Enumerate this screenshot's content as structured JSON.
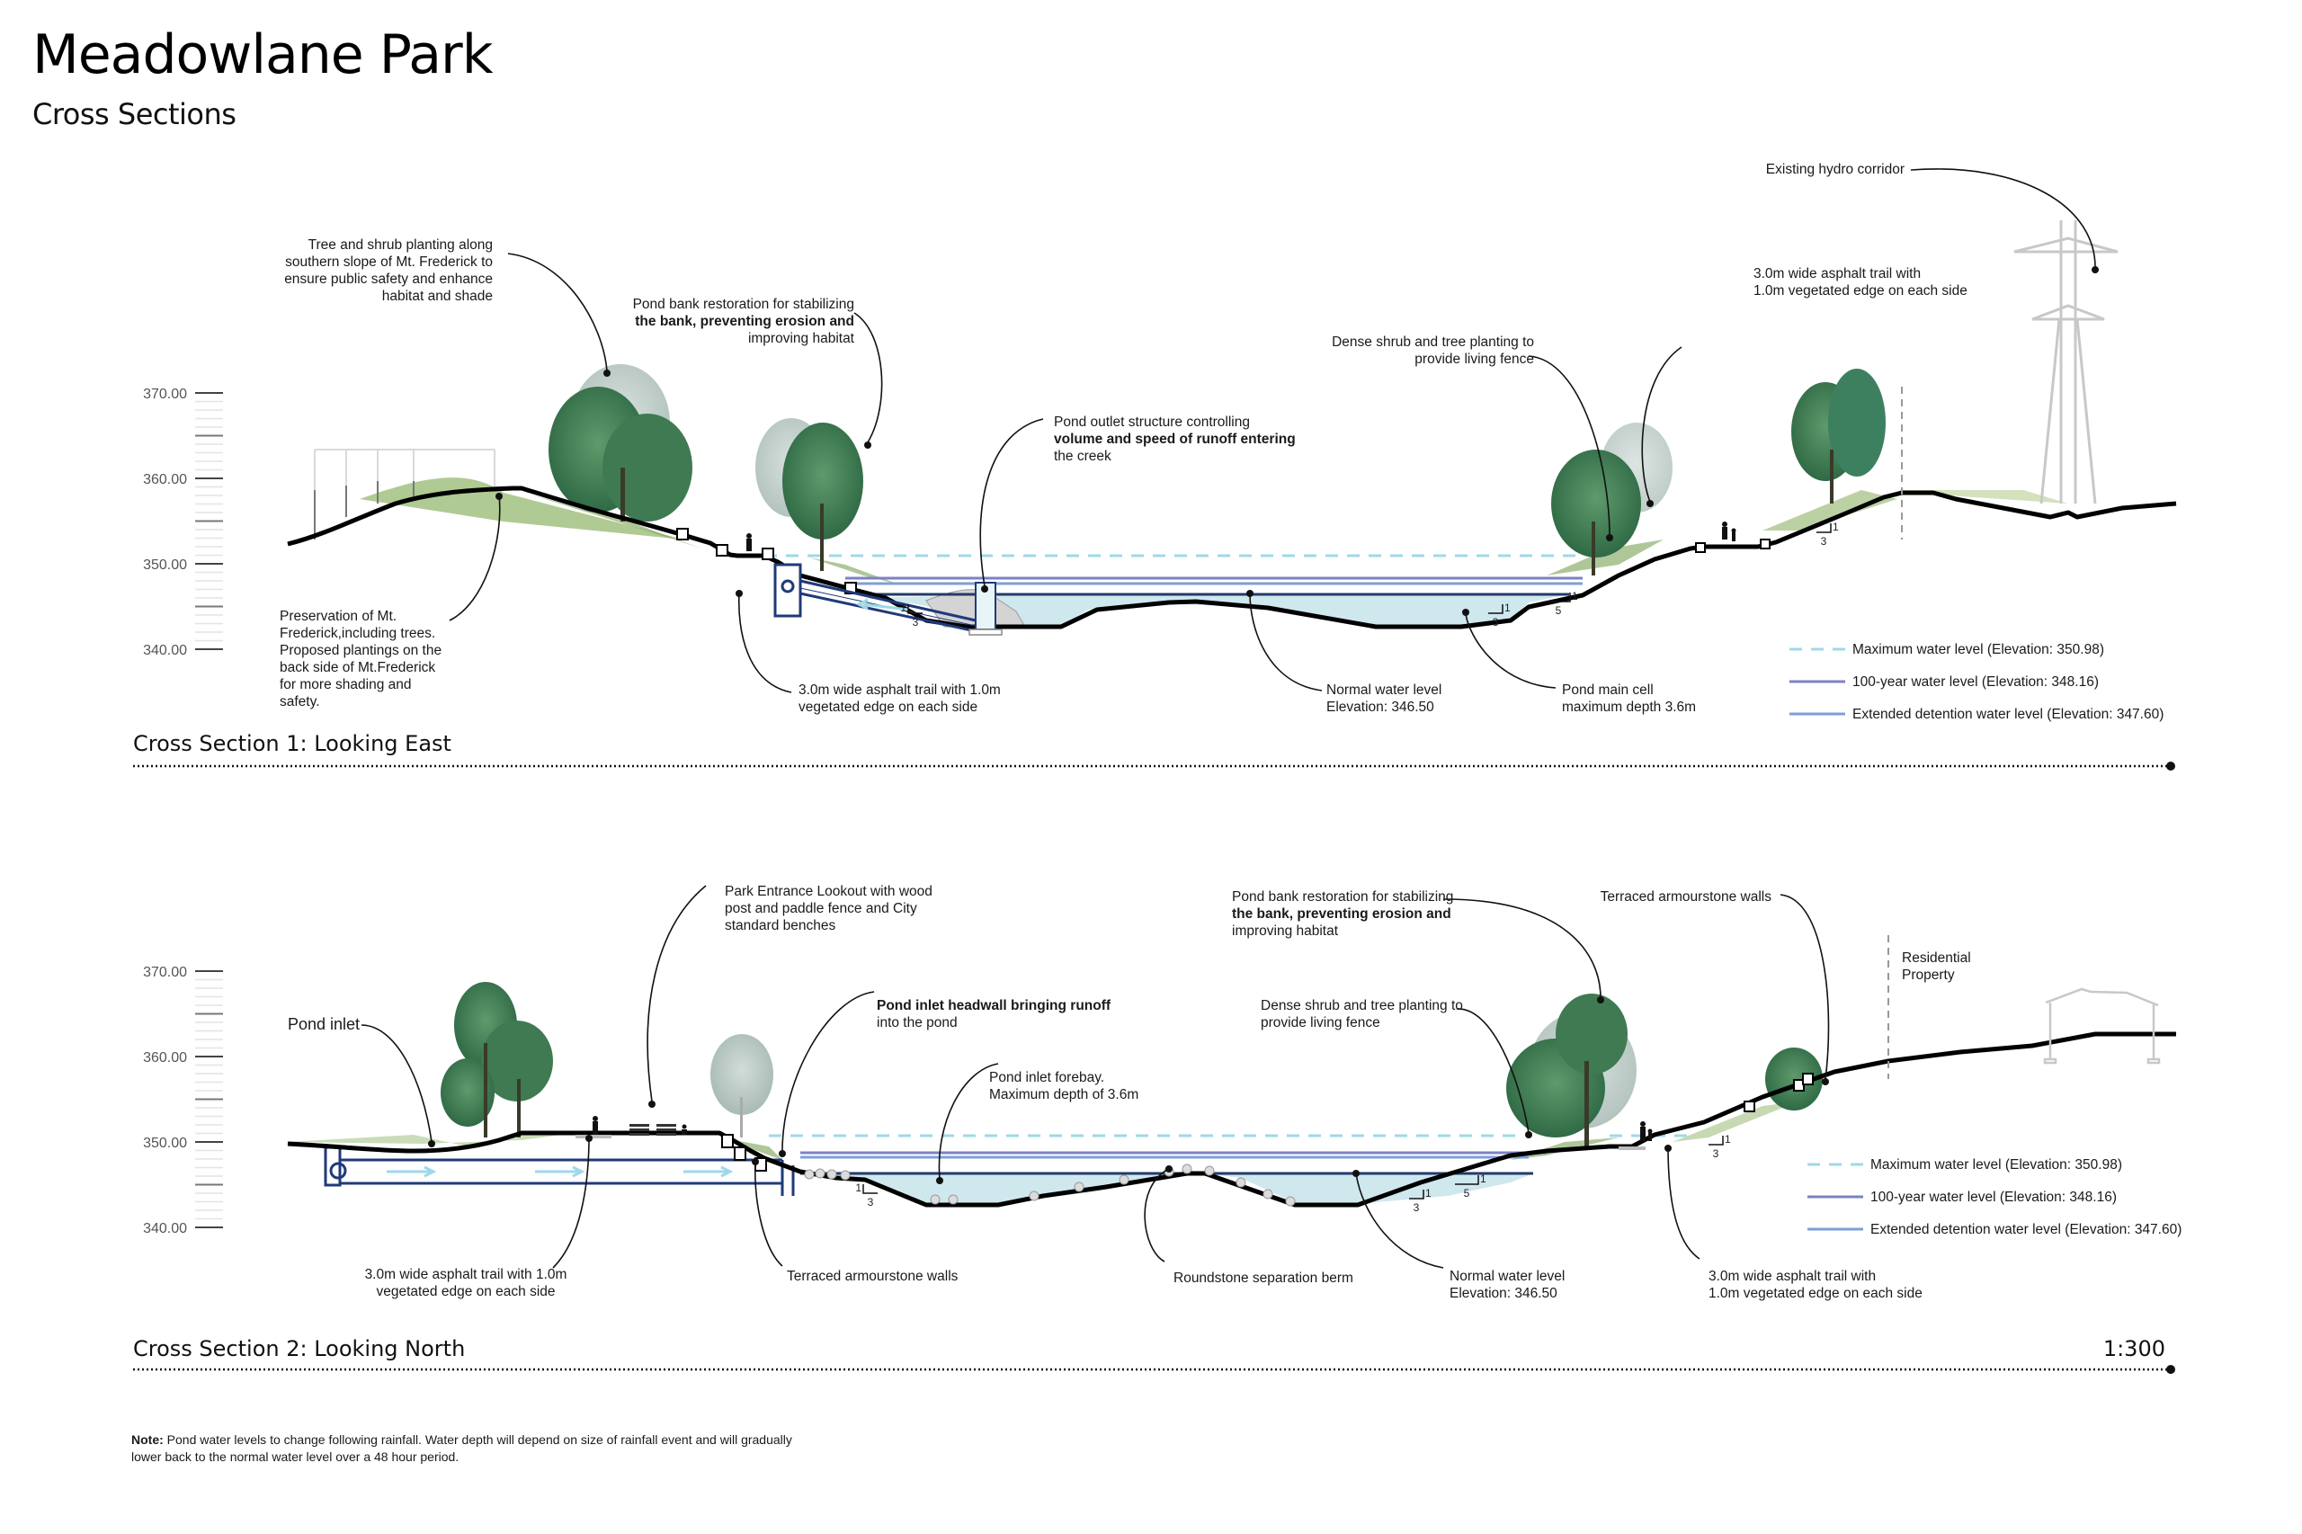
{
  "header": {
    "title": "Meadowlane Park",
    "subtitle": "Cross Sections"
  },
  "colors": {
    "ground": "#000000",
    "vegetation": "#6f9a4a",
    "tree_dark": "#3f7a52",
    "tree_light": "#a9bdb6",
    "water_fill": "#cfe8ee",
    "max_water": "#9fd8e8",
    "hundred_year": "#7c82c2",
    "extended_detention": "#7d9fd6",
    "normal_water": "#233a6b",
    "pipe": "#1f3a7a",
    "structure_gray": "#c8c8c8"
  },
  "sections": [
    {
      "id": "section-1",
      "title": "Cross Section 1: Looking East",
      "axis_ticks": [
        "370.00",
        "360.00",
        "350.00",
        "340.00"
      ],
      "callouts": {
        "tree_shrub": [
          "Tree and shrub planting along",
          "southern slope of Mt. Frederick to",
          "ensure public safety and enhance",
          "habitat and shade"
        ],
        "pond_bank": [
          "Pond bank restoration for stabilizing",
          "the bank, preventing erosion and",
          "improving habitat"
        ],
        "outlet": [
          "Pond outlet structure controlling",
          "volume and speed of runoff entering",
          "the creek"
        ],
        "dense_shrub": [
          "Dense shrub and tree planting to",
          "provide living fence"
        ],
        "hydro": [
          "Existing hydro corridor"
        ],
        "trail_right": [
          "3.0m wide asphalt trail with",
          "1.0m vegetated edge on each side"
        ],
        "preservation": [
          "Preservation of Mt.",
          "Frederick,including trees.",
          "Proposed plantings on the",
          "back side of Mt.Frederick",
          "for more shading and",
          "safety."
        ],
        "trail_left": [
          "3.0m wide asphalt trail with 1.0m",
          "vegetated edge on each side"
        ],
        "normal_water": [
          "Normal water level",
          "Elevation: 346.50"
        ],
        "main_cell": [
          "Pond main cell",
          "maximum depth 3.6m"
        ]
      },
      "slopes": [
        {
          "rise": "1",
          "run": "3"
        },
        {
          "rise": "1",
          "run": "3"
        },
        {
          "rise": "1",
          "run": "5"
        },
        {
          "rise": "1",
          "run": "3"
        }
      ],
      "legend": [
        {
          "label": "Maximum water level (Elevation: 350.98)",
          "style": "dashed",
          "color": "#9fd8e8"
        },
        {
          "label": "100-year water level (Elevation: 348.16)",
          "style": "solid",
          "color": "#7c82c2"
        },
        {
          "label": "Extended detention water level (Elevation: 347.60)",
          "style": "solid",
          "color": "#7d9fd6"
        }
      ]
    },
    {
      "id": "section-2",
      "title": "Cross Section 2: Looking North",
      "scale": "1:300",
      "axis_ticks": [
        "370.00",
        "360.00",
        "350.00",
        "340.00"
      ],
      "callouts": {
        "pond_inlet": [
          "Pond inlet"
        ],
        "lookout": [
          "Park Entrance Lookout with wood",
          "post and paddle fence and City",
          "standard benches"
        ],
        "headwall": [
          "Pond inlet headwall bringing runoff",
          "into the pond"
        ],
        "forebay": [
          "Pond inlet forebay.",
          "Maximum depth of 3.6m"
        ],
        "pond_bank": [
          "Pond bank restoration for stabilizing",
          "the bank, preventing erosion and",
          "improving habitat"
        ],
        "dense_shrub": [
          "Dense shrub and tree planting to",
          "provide living fence"
        ],
        "terraced_right": [
          "Terraced armourstone walls"
        ],
        "residential": [
          "Residential",
          "Property"
        ],
        "trail_left": [
          "3.0m wide asphalt trail with 1.0m",
          "vegetated edge on each side"
        ],
        "terraced_left": [
          "Terraced armourstone walls"
        ],
        "berm": [
          "Roundstone separation berm"
        ],
        "normal_water": [
          "Normal water level",
          "Elevation: 346.50"
        ],
        "trail_right": [
          "3.0m wide asphalt trail with",
          "1.0m vegetated edge on each side"
        ]
      },
      "slopes": [
        {
          "rise": "1",
          "run": "3"
        },
        {
          "rise": "1",
          "run": "3"
        },
        {
          "rise": "1",
          "run": "5"
        },
        {
          "rise": "1",
          "run": "3"
        }
      ],
      "legend": [
        {
          "label": "Maximum water level (Elevation: 350.98)",
          "style": "dashed",
          "color": "#9fd8e8"
        },
        {
          "label": "100-year water level (Elevation: 348.16)",
          "style": "solid",
          "color": "#7c82c2"
        },
        {
          "label": "Extended detention water level (Elevation: 347.60)",
          "style": "solid",
          "color": "#7d9fd6"
        }
      ]
    }
  ],
  "note": {
    "label": "Note:",
    "text": " Pond water levels to change following rainfall. Water depth will depend on size of rainfall event and will gradually lower back to the normal water level over a 48 hour period."
  }
}
